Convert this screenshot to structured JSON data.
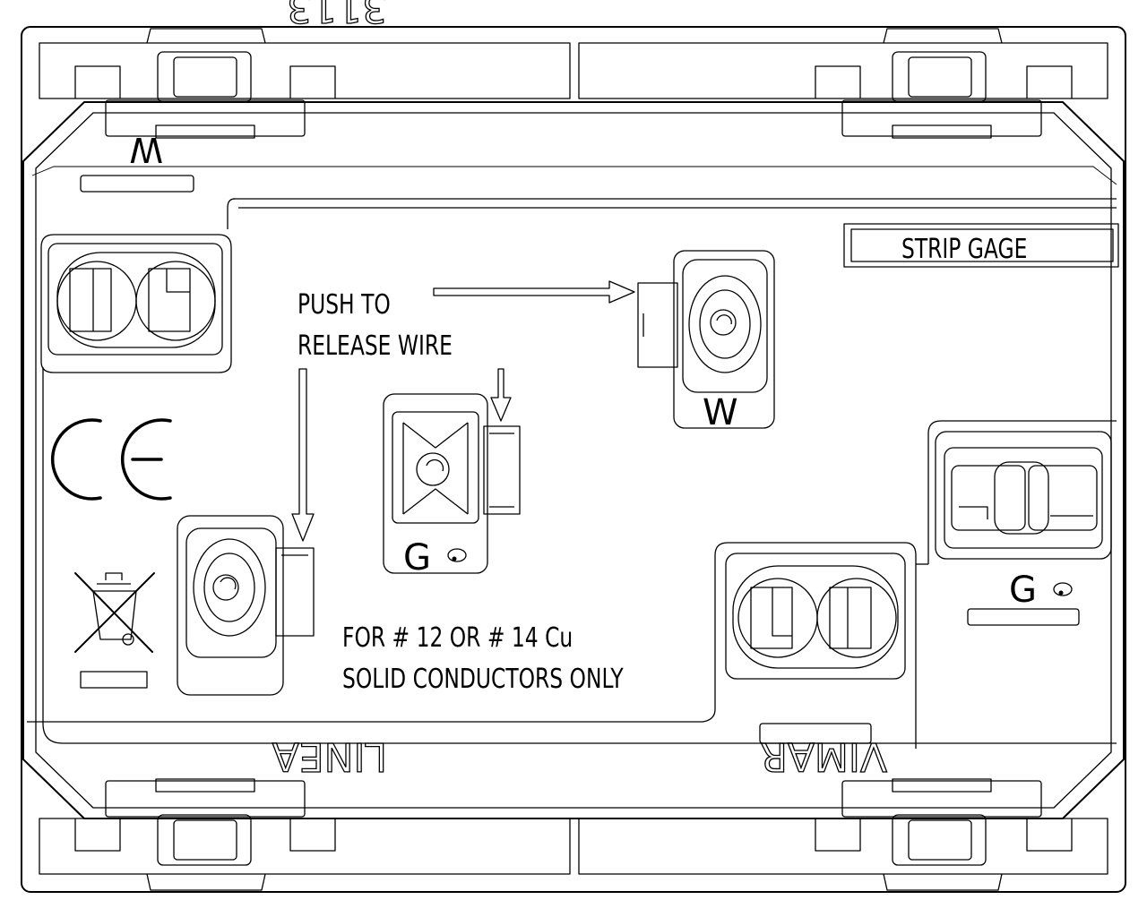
{
  "labels": {
    "push_line1": "PUSH TO",
    "push_line2": "RELEASE WIRE",
    "strip_gage": "STRIP GAGE",
    "wire_spec_line1": "FOR # 12 OR # 14 Cu",
    "wire_spec_line2": "SOLID CONDUCTORS ONLY",
    "terminal_w_top_left": "W",
    "terminal_w_upper_right": "W",
    "terminal_g_center": "G",
    "terminal_g_right": "G",
    "mirrored_top_left": "3113",
    "mirrored_bottom_left": "LINEA",
    "mirrored_bottom_right": "VIMAR",
    "ce_mark": "CE"
  },
  "icons": {
    "disposal": "crossed-out-wheelie-bin-icon",
    "arrows": "push-release-arrow-icon"
  }
}
